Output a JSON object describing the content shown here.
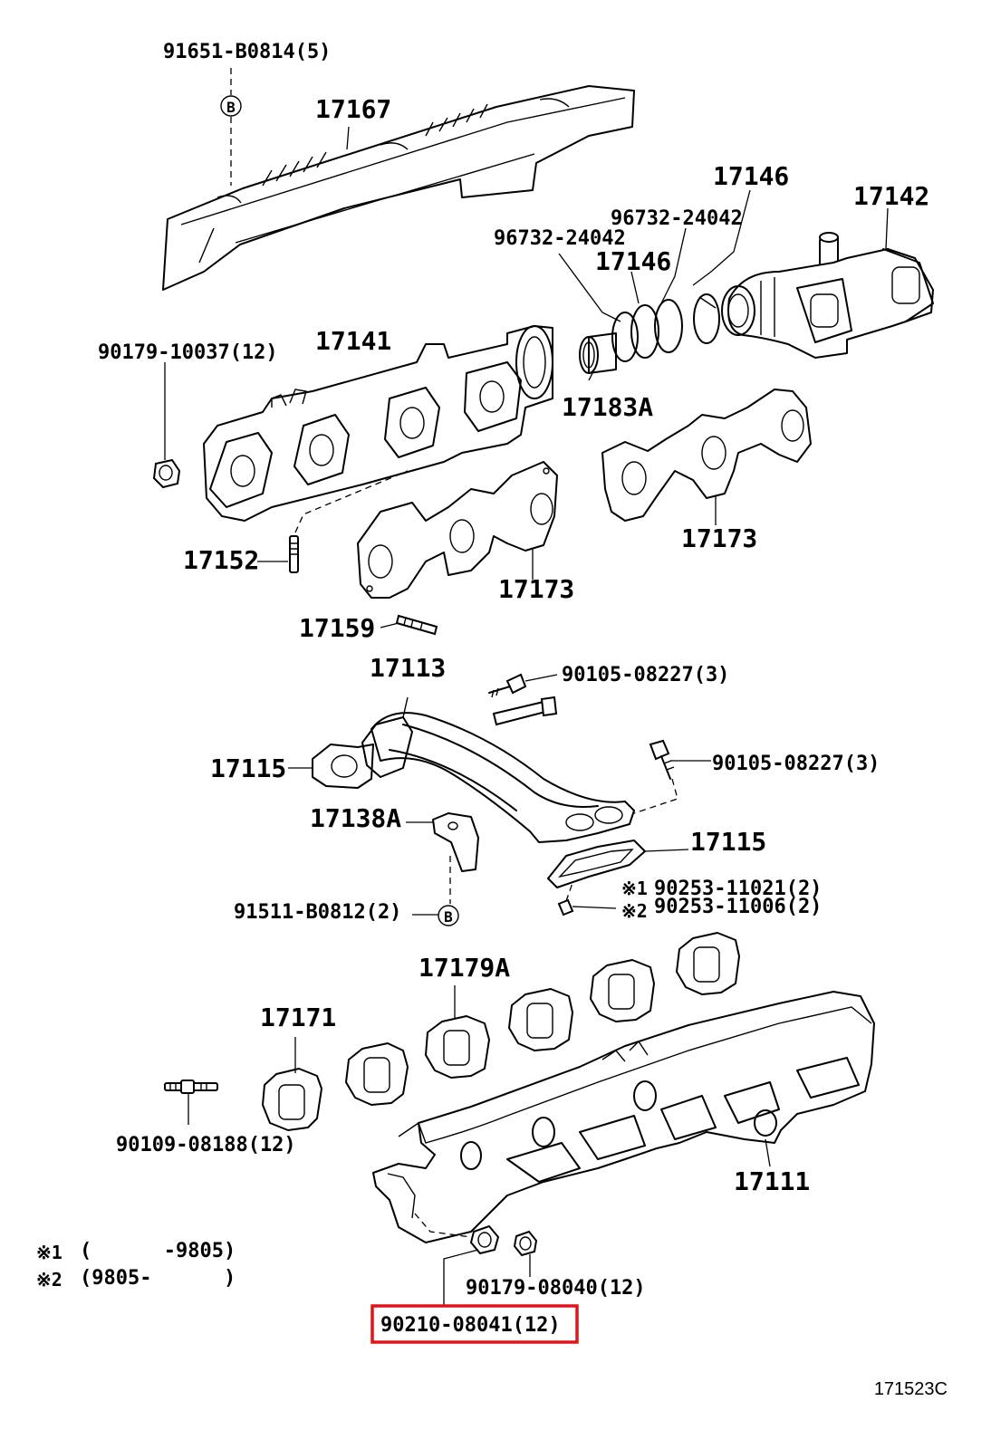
{
  "diagram_id": "171523C",
  "highlight_color": "#e0151b",
  "callout_letter": "B",
  "labels": {
    "p91651": "91651-B0814(5)",
    "p17167": "17167",
    "p17146a": "17146",
    "p17142": "17142",
    "p96732a": "96732-24042",
    "p96732b": "96732-24042",
    "p17146b": "17146",
    "p90179a": "90179-10037(12)",
    "p17141": "17141",
    "p17183A": "17183A",
    "p17152": "17152",
    "p17173a": "17173",
    "p17173b": "17173",
    "p17159": "17159",
    "p17113": "17113",
    "p90105a": "90105-08227(3)",
    "p17115a": "17115",
    "p90105b": "90105-08227(3)",
    "p17138A": "17138A",
    "p17115b": "17115",
    "p91511": "91511-B0812(2)",
    "p90253a": "90253-11021(2)",
    "p90253b": "90253-11006(2)",
    "mark1": "※1",
    "mark2": "※2",
    "p17179A": "17179A",
    "p17171": "17171",
    "p90109": "90109-08188(12)",
    "p17111": "17111",
    "p90179b": "90179-08040(12)",
    "p90210": "90210-08041(12)"
  },
  "notes": [
    {
      "mark": "※1",
      "range": "(      -9805)"
    },
    {
      "mark": "※2",
      "range": "(9805-      )"
    }
  ]
}
